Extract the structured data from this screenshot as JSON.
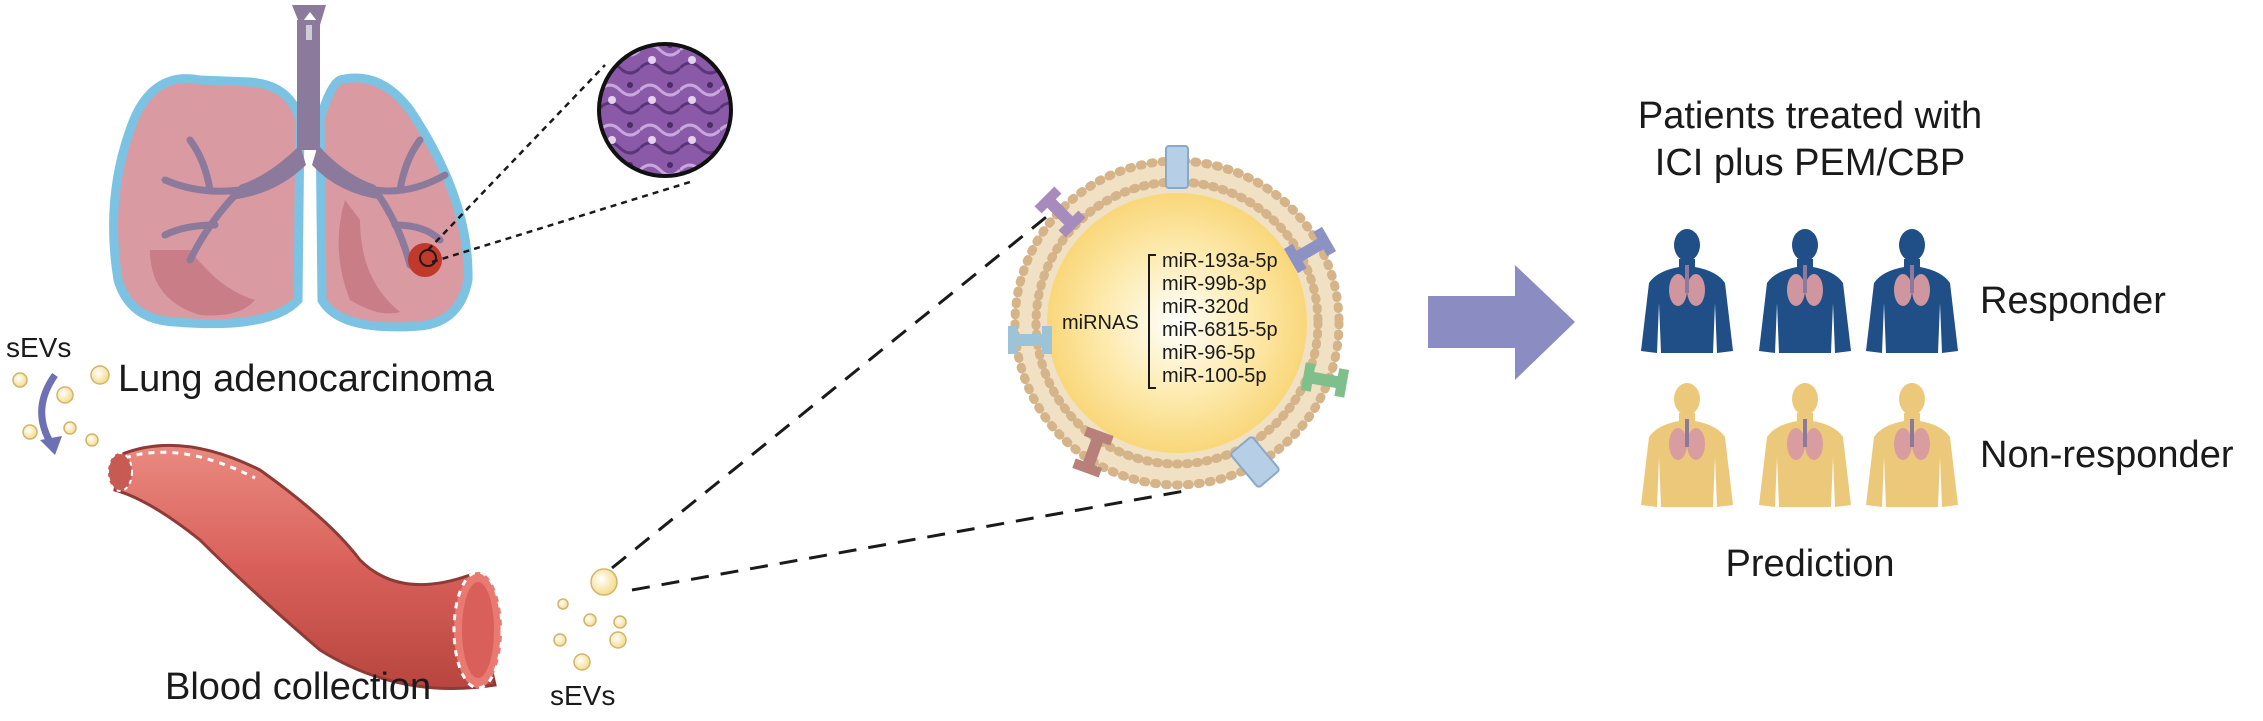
{
  "labels": {
    "lung_adenocarcinoma": "Lung adenocarcinoma",
    "blood_collection": "Blood collection",
    "sevs_top": "sEVs",
    "sevs_bottom": "sEVs",
    "mirnas": "miRNAS",
    "patients_line1": "Patients treated with",
    "patients_line2": "ICI plus PEM/CBP",
    "responder": "Responder",
    "non_responder": "Non-responder",
    "prediction": "Prediction"
  },
  "mirna_list": [
    "miR-193a-5p",
    "miR-99b-3p",
    "miR-320d",
    "miR-6815-5p",
    "miR-96-5p",
    "miR-100-5p"
  ],
  "colors": {
    "lung_fill": "#d99aa2",
    "lung_outline": "#7cc3e3",
    "trachea": "#8c7a9c",
    "tumor": "#c0392b",
    "vessel": "#d9605a",
    "vesicle_core": "#fde08a",
    "vesicle_bead": "#d6b48a",
    "arrow": "#8a8cc2",
    "responder": "#1f4f86",
    "non_responder": "#ecc97a"
  }
}
